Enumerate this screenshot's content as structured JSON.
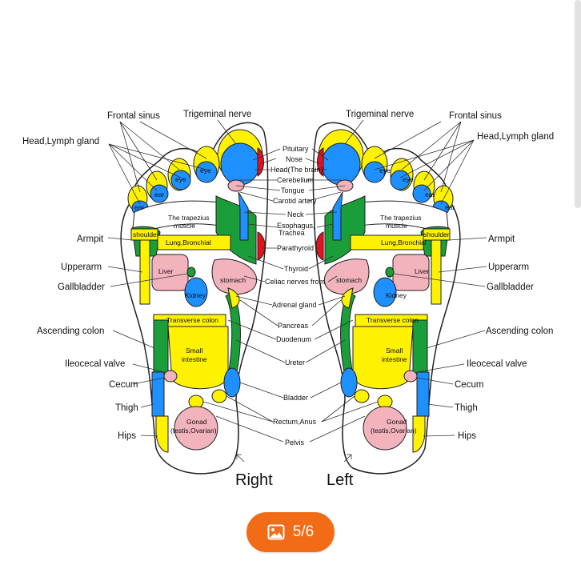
{
  "diagram": {
    "right_foot": {
      "title": "Right",
      "outer_labels": {
        "frontal_sinus": "Frontal sinus",
        "trigeminal_nerve": "Trigeminal nerve",
        "head_lymph": "Head,Lymph gland",
        "armpit": "Armpit",
        "upperarm": "Upperarm",
        "gallbladder": "Gallbladder",
        "ascending_colon": "Ascending colon",
        "ileocecal_valve": "Ileocecal valve",
        "cecum": "Cecum",
        "thigh": "Thigh",
        "hips": "Hips"
      },
      "inner_labels": {
        "eye1": "eye",
        "eye2": "eye",
        "ear1": "ear",
        "ear2": "ear",
        "trapezius": "The trapezius muscle",
        "shoulder": "shoulder",
        "lung": "Lung,Bronchial",
        "liver": "Liver",
        "stomach": "stomach",
        "kidney": "Kidney",
        "transverse": "Transverse colon",
        "small_intestine": "Small intestine",
        "gonad": "Gonad (testis,Ovarian)"
      }
    },
    "left_foot": {
      "title": "Left",
      "outer_labels": {
        "trigeminal_nerve": "Trigeminal nerve",
        "frontal_sinus": "Frontal sinus",
        "head_lymph": "Head,Lymph gland",
        "armpit": "Armpit",
        "upperarm": "Upperarm",
        "gallbladder": "Gallbladder",
        "ascending_colon": "Ascending colon",
        "ileocecal_valve": "Ileocecal valve",
        "cecum": "Cecum",
        "thigh": "Thigh",
        "hips": "Hips"
      },
      "inner_labels": {
        "eye1": "eye",
        "eye2": "eye",
        "ear1": "ear",
        "ear2": "ear",
        "trapezius": "The trapezius muscle",
        "shoulder": "shoulder",
        "lung": "Lung,Bronchial",
        "liver": "Liver",
        "stomach": "stomach",
        "kidney": "Kidney",
        "transverse": "Transverse colon",
        "small_intestine": "Small intestine",
        "gonad": "Gonad (testis,Ovarian)"
      }
    },
    "center_labels": {
      "pituitary": "Pituitary",
      "nose": "Nose",
      "head_brain": "Head(The brain)",
      "cerebellum": "Cerebellum",
      "tongue": "Tongue",
      "carotid": "Carotid artery",
      "neck": "Neck",
      "esophagus": "Esophagus,",
      "trachea": "Trachea",
      "parathyroid": "Parathyroid",
      "thyroid": "Thyroid",
      "celiac": "Celiac nerves from",
      "adrenal": "Adrenal gland",
      "pancreas": "Pancreas",
      "duodenum": "Duodenum",
      "ureter": "Ureter",
      "bladder": "Bladder",
      "rectum": "Rectum,Anus",
      "pelvis": "Pelvis"
    },
    "colors": {
      "yellow": "#fff200",
      "blue": "#1e90ff",
      "green": "#1a9e3a",
      "pink": "#f2b3bd",
      "red": "#e8101a",
      "outline": "#222222"
    }
  },
  "pager": {
    "icon": "image-icon",
    "text": "5/6",
    "color": "#f26b16"
  }
}
